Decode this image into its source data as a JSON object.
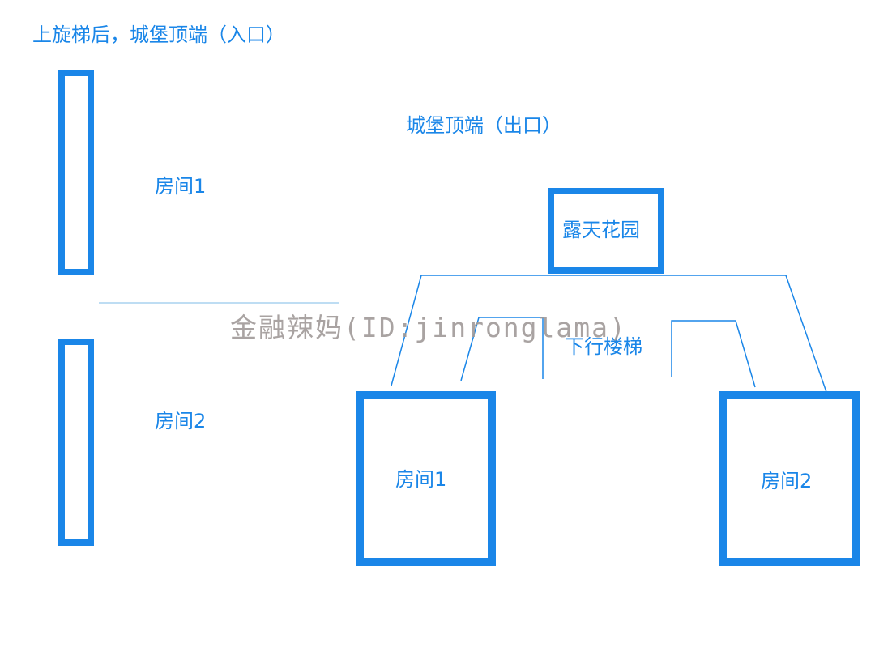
{
  "colors": {
    "accent": "#1a86e8",
    "divider": "#a9d2ef",
    "watermark": "#a09a98"
  },
  "left_side": {
    "heading": "上旋梯后，城堡顶端（入口）",
    "room1_label": "房间1",
    "room2_label": "房间2"
  },
  "right_side": {
    "exit_heading": "城堡顶端（出口）",
    "garden_label": "露天花园",
    "stairs_label": "下行楼梯",
    "room1_label": "房间1",
    "room2_label": "房间2"
  },
  "watermark": "金融辣妈(ID:jinronglama)"
}
